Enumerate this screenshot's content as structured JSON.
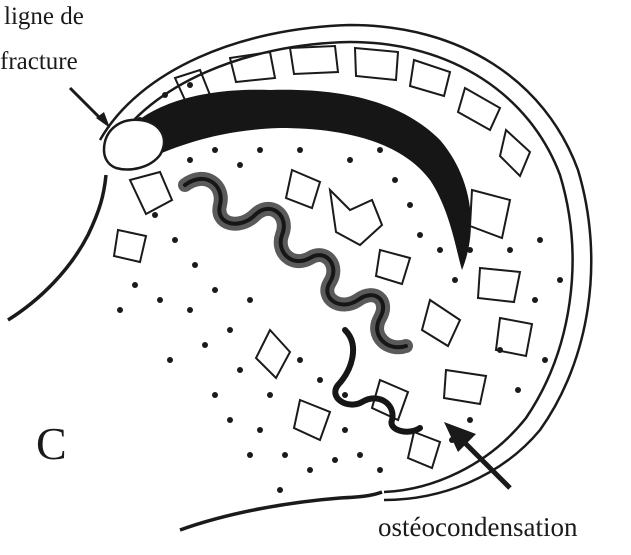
{
  "figure": {
    "panel_letter": "C",
    "labels": {
      "fracture_line_1": "ligne de",
      "fracture_line_2": "fracture",
      "osteocondensation": "ostéocondensation"
    },
    "colors": {
      "ink": "#1a1a1a",
      "dark_fill": "#161616",
      "grey_band": "#5a5a5a",
      "background": "#ffffff"
    }
  }
}
